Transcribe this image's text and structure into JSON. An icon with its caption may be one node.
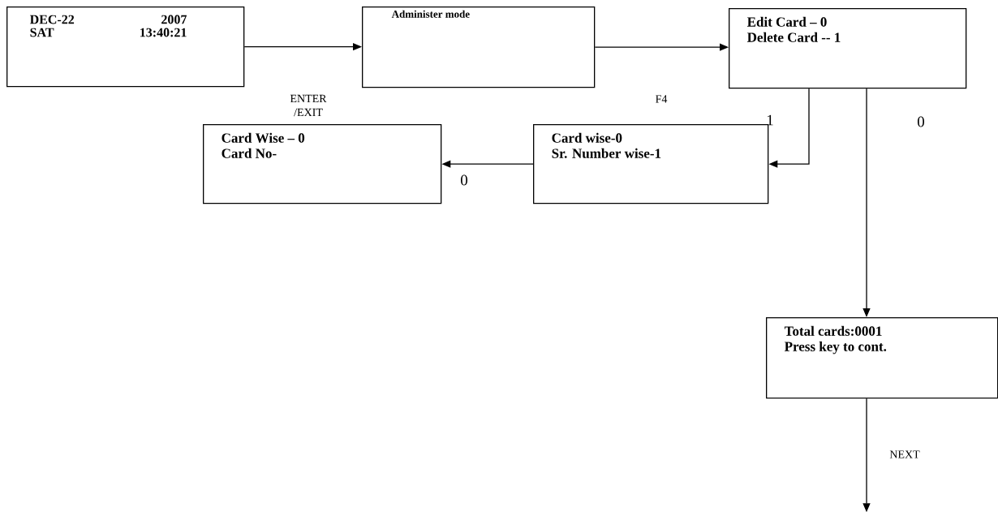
{
  "diagram": {
    "nodes": [
      {
        "text": [
          "DEC-22",
          "2007",
          "SAT",
          "13:40:21"
        ]
      },
      {
        "text": [
          "Administer mode"
        ]
      },
      {
        "text": [
          "Edit Card – 0",
          "Delete Card -- 1"
        ]
      },
      {
        "text": [
          "Card wise-0",
          "Sr. Number wise-1"
        ]
      },
      {
        "text": [
          "Card Wise – 0",
          "Card No-"
        ]
      },
      {
        "text": [
          "Total cards:0001",
          "Press key to cont."
        ]
      }
    ],
    "edges": [
      {
        "from": 0,
        "to": 1,
        "arrow": "to",
        "label": "ENTER /EXIT"
      },
      {
        "from": 1,
        "to": 2,
        "arrow": "to",
        "label": "F4"
      },
      {
        "from": 2,
        "to": 3,
        "arrow": "to",
        "label": "1"
      },
      {
        "from": 3,
        "to": 4,
        "arrow": "to",
        "label": "0"
      },
      {
        "from": 2,
        "to": 5,
        "arrow": "to",
        "label": "0"
      },
      {
        "from": 5,
        "to": null,
        "arrow": "to",
        "label": "NEXT"
      }
    ]
  }
}
